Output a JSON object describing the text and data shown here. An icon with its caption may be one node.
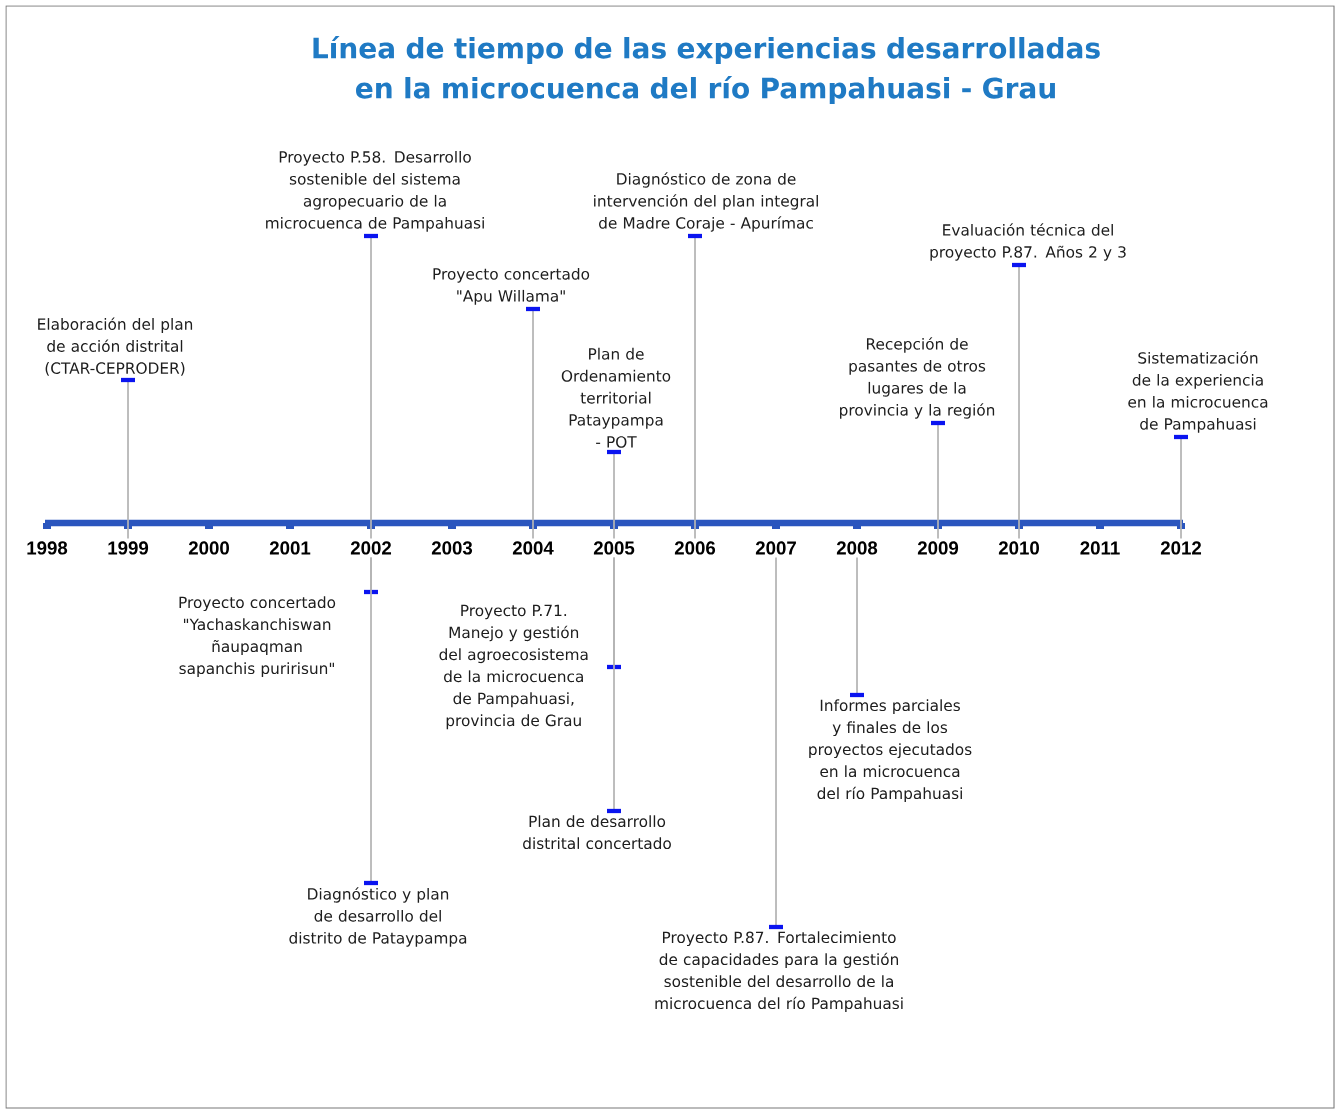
{
  "diagram": {
    "title": "Línea de tiempo de las experiencias desarrolladas en la microcuenca del río Pampahuasi - Grau",
    "nodes": [
      {
        "text": [
          "1998"
        ]
      },
      {
        "text": [
          "1999"
        ]
      },
      {
        "text": [
          "2000"
        ]
      },
      {
        "text": [
          "2001"
        ]
      },
      {
        "text": [
          "2002"
        ]
      },
      {
        "text": [
          "2003"
        ]
      },
      {
        "text": [
          "2004"
        ]
      },
      {
        "text": [
          "2005"
        ]
      },
      {
        "text": [
          "2006"
        ]
      },
      {
        "text": [
          "2007"
        ]
      },
      {
        "text": [
          "2008"
        ]
      },
      {
        "text": [
          "2009"
        ]
      },
      {
        "text": [
          "2010"
        ]
      },
      {
        "text": [
          "2011"
        ]
      },
      {
        "text": [
          "2012"
        ]
      },
      {
        "text": [
          "Elaboración del plan de acción distrital (CTAR-CEPRODER)"
        ]
      },
      {
        "text": [
          "Proyecto P.58. Desarrollo sostenible del sistema agropecuario de la microcuenca de Pampahuasi"
        ]
      },
      {
        "text": [
          "Proyecto concertado \"Apu Willama\""
        ]
      },
      {
        "text": [
          "Plan de Ordenamiento territorial Pataypampa - POT"
        ]
      },
      {
        "text": [
          "Diagnóstico de zona de intervención del plan integral de Madre Coraje - Apurímac"
        ]
      },
      {
        "text": [
          "Recepción de pasantes de otros lugares de la provincia y la región"
        ]
      },
      {
        "text": [
          "Evaluación técnica del proyecto P.87. Años 2 y 3"
        ]
      },
      {
        "text": [
          "Sistematización de la experiencia en la microcuenca de Pampahuasi"
        ]
      },
      {
        "text": [
          "Proyecto concertado \"Yachaskanchiswan ñaupaqman sapanchis puririsun\""
        ]
      },
      {
        "text": [
          "Diagnóstico y plan de desarrollo del distrito de Pataypampa"
        ]
      },
      {
        "text": [
          "Proyecto P.71. Manejo y gestión del agroecosistema de la microcuenca de Pampahuasi, provincia de Grau"
        ]
      },
      {
        "text": [
          "Plan de desarrollo distrital concertado"
        ]
      },
      {
        "text": [
          "Proyecto P.87. Fortalecimiento de capacidades para la gestión sostenible del desarrollo de la microcuenca del río Pampahuasi"
        ]
      },
      {
        "text": [
          "Informes parciales y finales de los proyectos ejecutados en la microcuenca del río Pampahuasi"
        ]
      }
    ],
    "edges": [
      {
        "from": 1,
        "to": 15,
        "arrow": "none"
      },
      {
        "from": 4,
        "to": 16,
        "arrow": "none"
      },
      {
        "from": 6,
        "to": 17,
        "arrow": "none"
      },
      {
        "from": 7,
        "to": 18,
        "arrow": "none"
      },
      {
        "from": 8,
        "to": 19,
        "arrow": "none"
      },
      {
        "from": 11,
        "to": 20,
        "arrow": "none"
      },
      {
        "from": 12,
        "to": 21,
        "arrow": "none"
      },
      {
        "from": 14,
        "to": 22,
        "arrow": "none"
      },
      {
        "from": 4,
        "to": 23,
        "arrow": "none"
      },
      {
        "from": 4,
        "to": 24,
        "arrow": "none"
      },
      {
        "from": 7,
        "to": 25,
        "arrow": "none"
      },
      {
        "from": 7,
        "to": 26,
        "arrow": "none"
      },
      {
        "from": 9,
        "to": 27,
        "arrow": "none"
      },
      {
        "from": 10,
        "to": 28,
        "arrow": "none"
      }
    ]
  }
}
